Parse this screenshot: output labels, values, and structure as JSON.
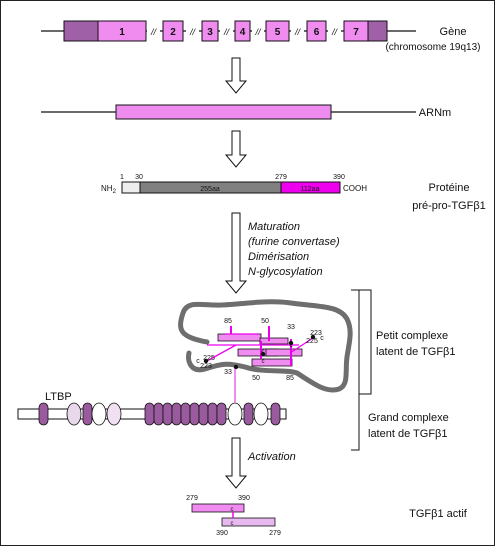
{
  "gene": {
    "title": "Gène",
    "subtitle": "(chromosome 19q13)",
    "exons": [
      "1",
      "2",
      "3",
      "4",
      "5",
      "6",
      "7"
    ],
    "break_mark": "//"
  },
  "mrna": {
    "label": "ARNm"
  },
  "protein": {
    "label_line1": "Protéine",
    "label_line2": "pré-pro-TGFβ1",
    "nh2": "NH",
    "nh2_sub": "2",
    "cooh": "COOH",
    "pos_1": "1",
    "pos_30": "30",
    "pos_279": "279",
    "pos_390": "390",
    "seg_latency": "255aa",
    "seg_mature": "112aa"
  },
  "processing_steps": [
    "Maturation",
    "(furine convertase)",
    "Dimérisation",
    "N-glycosylation"
  ],
  "complex": {
    "small_line1": "Petit complexe",
    "small_line2": "latent de TGFβ1",
    "large_line1": "Grand complexe",
    "large_line2": "latent de TGFβ1",
    "ltbp": "LTBP",
    "n85a": "85",
    "n50a": "50",
    "n33a": "33",
    "n223a": "223",
    "n225a": "225",
    "n225b": "225",
    "n223b": "223",
    "n33b": "33",
    "n50b": "50",
    "n85b": "85",
    "c1": "c",
    "c2": "c",
    "c3": "c",
    "c4": "c",
    "c5": "c"
  },
  "activation": {
    "label": "Activation"
  },
  "active": {
    "label": "TGFβ1 actif",
    "top_left": "279",
    "top_right": "390",
    "bot_left": "390",
    "bot_right": "279",
    "c_top": "c",
    "c_bot": "c"
  },
  "colors": {
    "exon_pink": "#f08cf0",
    "utr_purple": "#a060a8",
    "bright_magenta": "#ee00ee",
    "grey_segment": "#808080",
    "dark_grey_loop": "#707070",
    "ltbp_purple": "#9a5a9e"
  }
}
